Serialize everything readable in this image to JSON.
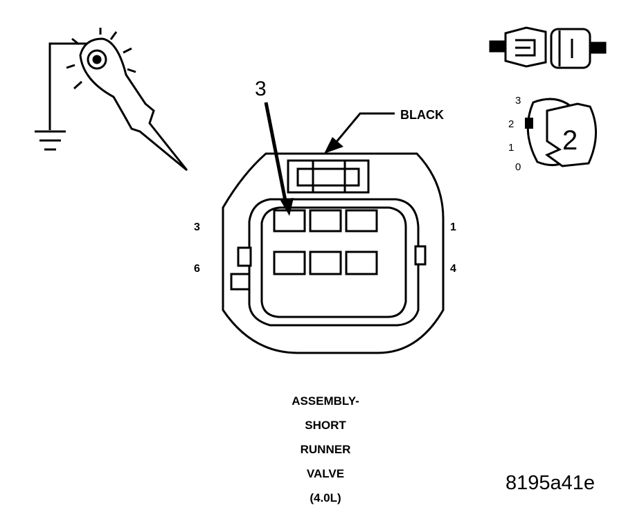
{
  "callout_number": "3",
  "wire_color_label": "BLACK",
  "pin_labels": {
    "top_left": "3",
    "bottom_left": "6",
    "top_right": "1",
    "bottom_right": "4"
  },
  "ignition_switch": {
    "positions": [
      "3",
      "2",
      "1",
      "0"
    ],
    "selected_position": "2",
    "key_label": "2"
  },
  "caption_lines": [
    "ASSEMBLY-",
    "SHORT",
    "RUNNER",
    "VALVE",
    "(4.0L)"
  ],
  "figure_id": "8195a41e",
  "icons": [
    "ground-symbol-icon",
    "test-light-probe-icon",
    "disconnected-connector-icon",
    "ignition-key-icon"
  ]
}
